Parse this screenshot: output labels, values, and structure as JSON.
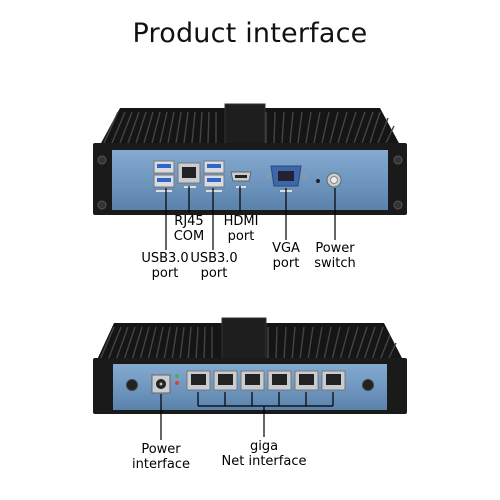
{
  "title": "Product interface",
  "top_labels": {
    "usb_left_1": "USB3.0",
    "usb_left_2": "port",
    "rj45": "RJ45",
    "com": "COM",
    "usb_right_1": "USB3.0",
    "usb_right_2": "port",
    "hdmi_1": "HDMI",
    "hdmi_2": "port",
    "vga_1": "VGA",
    "vga_2": "port",
    "power_switch_1": "Power",
    "power_switch_2": "switch"
  },
  "bottom_labels": {
    "power_interface_1": "Power",
    "power_interface_2": "interface",
    "net_1": "giga",
    "net_2": "Net interface"
  },
  "colors": {
    "panel_blue": "#6f97c0",
    "chassis_black": "#1b1b1b",
    "port_silver": "#c9ccd0"
  }
}
